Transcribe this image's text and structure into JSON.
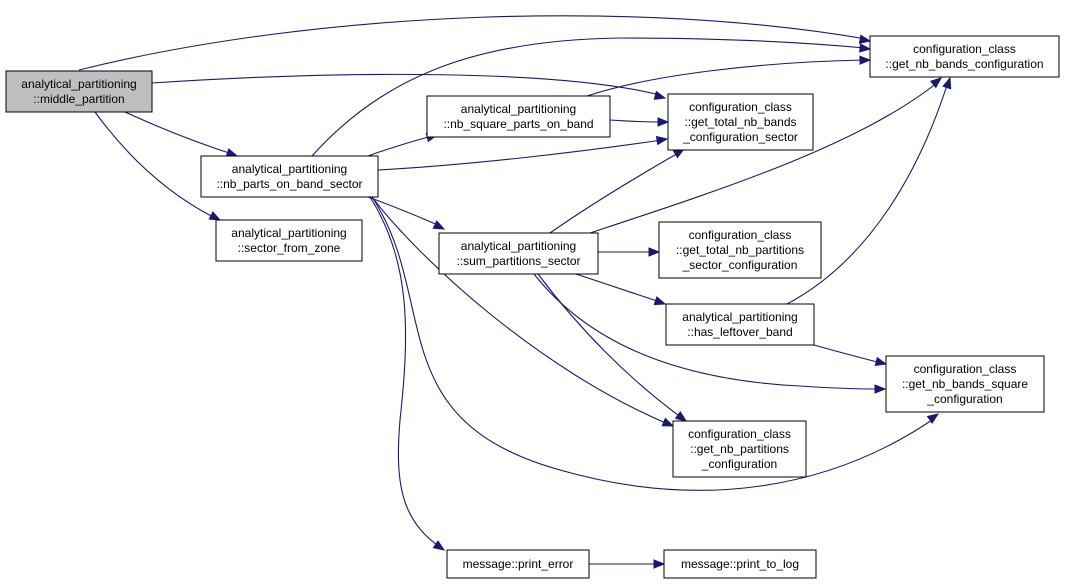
{
  "colors": {
    "edge": "#191970",
    "root_fill": "#bfbfbf",
    "node_fill": "#ffffff",
    "border": "#000000"
  },
  "nodes": {
    "middle_partition": {
      "lines": [
        "analytical_partitioning",
        "::middle_partition"
      ]
    },
    "nb_parts_on_band_sector": {
      "lines": [
        "analytical_partitioning",
        "::nb_parts_on_band_sector"
      ]
    },
    "sector_from_zone": {
      "lines": [
        "analytical_partitioning",
        "::sector_from_zone"
      ]
    },
    "nb_square_parts_on_band": {
      "lines": [
        "analytical_partitioning",
        "::nb_square_parts_on_band"
      ]
    },
    "sum_partitions_sector": {
      "lines": [
        "analytical_partitioning",
        "::sum_partitions_sector"
      ]
    },
    "has_leftover_band": {
      "lines": [
        "analytical_partitioning",
        "::has_leftover_band"
      ]
    },
    "get_nb_bands_configuration": {
      "lines": [
        "configuration_class",
        "::get_nb_bands_configuration"
      ]
    },
    "get_total_nb_bands_configuration_sector": {
      "lines": [
        "configuration_class",
        "::get_total_nb_bands",
        "_configuration_sector"
      ]
    },
    "get_total_nb_partitions_sector_configuration": {
      "lines": [
        "configuration_class",
        "::get_total_nb_partitions",
        "_sector_configuration"
      ]
    },
    "get_nb_bands_square_configuration": {
      "lines": [
        "configuration_class",
        "::get_nb_bands_square",
        "_configuration"
      ]
    },
    "get_nb_partitions_configuration": {
      "lines": [
        "configuration_class",
        "::get_nb_partitions",
        "_configuration"
      ]
    },
    "print_error": {
      "lines": [
        "message::print_error"
      ]
    },
    "print_to_log": {
      "lines": [
        "message::print_to_log"
      ]
    }
  },
  "edges": [
    {
      "from": "middle_partition",
      "to": "get_nb_bands_configuration"
    },
    {
      "from": "middle_partition",
      "to": "get_total_nb_bands_configuration_sector"
    },
    {
      "from": "middle_partition",
      "to": "nb_parts_on_band_sector"
    },
    {
      "from": "middle_partition",
      "to": "sector_from_zone"
    },
    {
      "from": "nb_parts_on_band_sector",
      "to": "nb_square_parts_on_band"
    },
    {
      "from": "nb_parts_on_band_sector",
      "to": "get_nb_bands_configuration"
    },
    {
      "from": "nb_parts_on_band_sector",
      "to": "get_total_nb_bands_configuration_sector"
    },
    {
      "from": "nb_parts_on_band_sector",
      "to": "sum_partitions_sector"
    },
    {
      "from": "nb_parts_on_band_sector",
      "to": "get_nb_partitions_configuration"
    },
    {
      "from": "nb_parts_on_band_sector",
      "to": "get_nb_bands_square_configuration"
    },
    {
      "from": "nb_parts_on_band_sector",
      "to": "print_error"
    },
    {
      "from": "nb_square_parts_on_band",
      "to": "get_nb_bands_configuration"
    },
    {
      "from": "nb_square_parts_on_band",
      "to": "get_total_nb_bands_configuration_sector"
    },
    {
      "from": "sum_partitions_sector",
      "to": "get_total_nb_bands_configuration_sector"
    },
    {
      "from": "sum_partitions_sector",
      "to": "get_nb_bands_configuration"
    },
    {
      "from": "sum_partitions_sector",
      "to": "get_total_nb_partitions_sector_configuration"
    },
    {
      "from": "sum_partitions_sector",
      "to": "has_leftover_band"
    },
    {
      "from": "sum_partitions_sector",
      "to": "get_nb_bands_square_configuration"
    },
    {
      "from": "sum_partitions_sector",
      "to": "get_nb_partitions_configuration"
    },
    {
      "from": "has_leftover_band",
      "to": "get_nb_bands_configuration"
    },
    {
      "from": "has_leftover_band",
      "to": "get_nb_bands_square_configuration"
    },
    {
      "from": "print_error",
      "to": "print_to_log"
    }
  ]
}
